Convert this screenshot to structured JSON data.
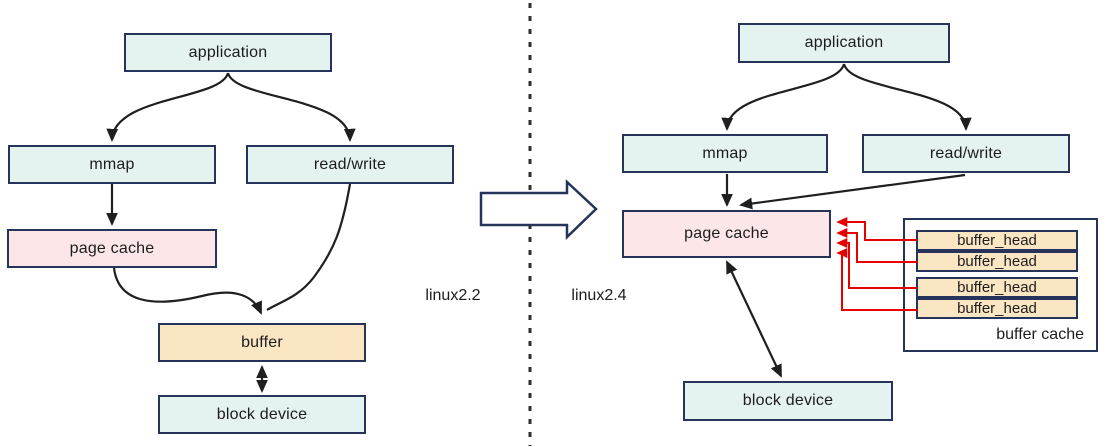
{
  "left": {
    "version_label": "linux2.2",
    "nodes": {
      "application": "application",
      "mmap": "mmap",
      "read_write": "read/write",
      "page_cache": "page cache",
      "buffer": "buffer",
      "block_device": "block device"
    }
  },
  "right": {
    "version_label": "linux2.4",
    "nodes": {
      "application": "application",
      "mmap": "mmap",
      "read_write": "read/write",
      "page_cache": "page cache",
      "block_device": "block device",
      "buffer_cache_label": "buffer cache",
      "buffer_heads": [
        "buffer_head",
        "buffer_head",
        "buffer_head",
        "buffer_head"
      ]
    }
  },
  "colors": {
    "node_teal": "#e4f2f0",
    "node_pink": "#fce6e8",
    "node_orange": "#fbe6c3",
    "border_navy": "#26335a",
    "arrow_black": "#1f1f1f",
    "arrow_red": "#e60000"
  }
}
